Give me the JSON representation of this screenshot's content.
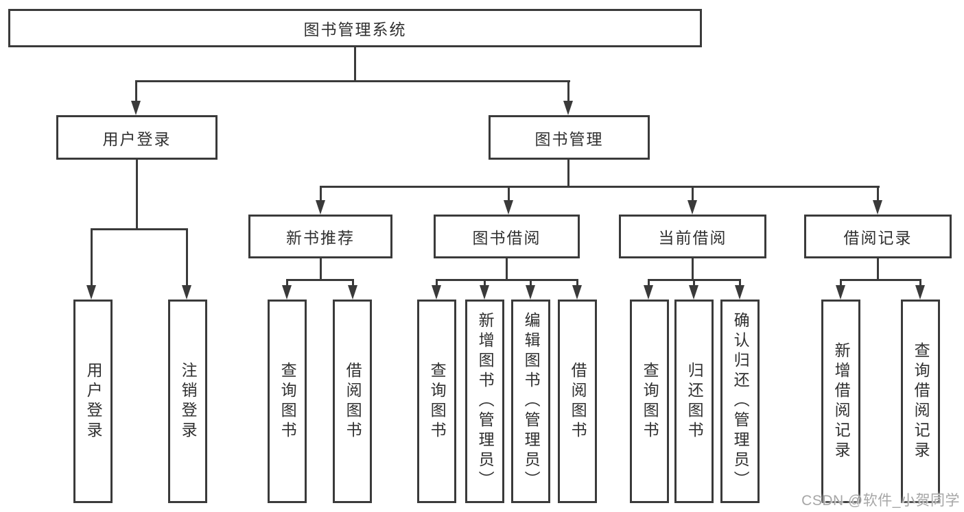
{
  "diagram": {
    "nodes": {
      "root": "图书管理系统",
      "login": "用户登录",
      "management": "图书管理",
      "new_book": "新书推荐",
      "book_borrow": "图书借阅",
      "current_borrow": "当前借阅",
      "borrow_records": "借阅记录",
      "leaf_user_login": "用户登录",
      "leaf_logout": "注销登录",
      "leaf_nb_query": "查询图书",
      "leaf_nb_borrow": "借阅图书",
      "leaf_bb_query": "查询图书",
      "leaf_bb_add": "新增图书（管理员）",
      "leaf_bb_edit": "编辑图书（管理员）",
      "leaf_bb_borrow": "借阅图书",
      "leaf_cb_query": "查询图书",
      "leaf_cb_return": "归还图书",
      "leaf_cb_confirm": "确认归还（管理员）",
      "leaf_br_add": "新增借阅记录",
      "leaf_br_query": "查询借阅记录"
    },
    "watermark": "CSDN @软件_小贺同学",
    "colors": {
      "line": "#3a3a3a",
      "text": "#303030",
      "watermark": "#a6a6a6",
      "background": "#ffffff"
    }
  }
}
